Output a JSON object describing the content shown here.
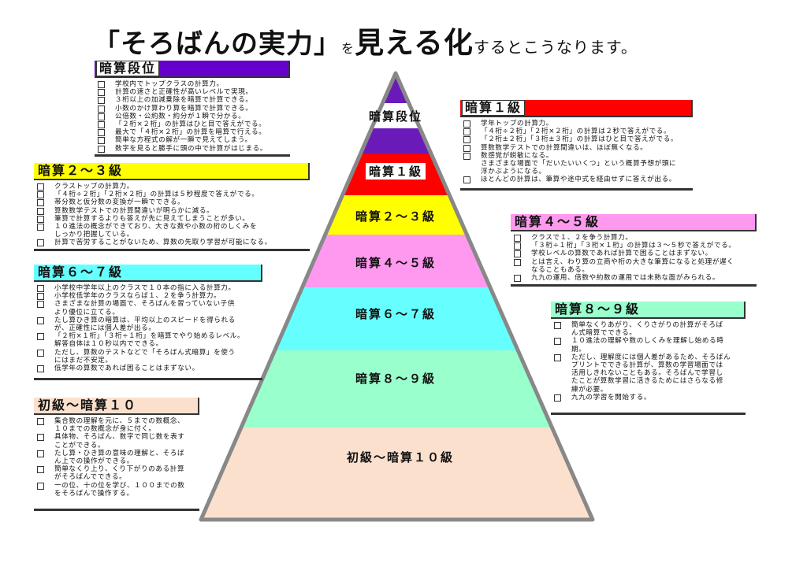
{
  "title": {
    "part1": "「そろばんの実力」",
    "part2": "を",
    "part3": "見える化",
    "part4": "するとこうなります。"
  },
  "colors": {
    "dan": "#6a1ab8",
    "dan_header": "#6600cc",
    "kyu1": "#ff0000",
    "kyu23": "#ffff00",
    "kyu45": "#ff99f0",
    "kyu67": "#66ffff",
    "kyu89": "#99ffcc",
    "beginner": "#fbe0ce",
    "border": "#888888"
  },
  "pyramid": {
    "levels": [
      "暗算段位",
      "暗算１級",
      "暗算２～３級",
      "暗算４～５級",
      "暗算６～７級",
      "暗算８～９級",
      "初級～暗算１０級"
    ]
  },
  "sections": {
    "dan": {
      "title": "暗算段位",
      "items": [
        "学校内でトップクラスの計算力。",
        "計算の速さと正確性が高いレベルで実現。",
        "３桁以上の加減乗除を暗算で計算できる。",
        "小数のかけ算わり算を暗算で計算できる。",
        "公倍数・公約数・約分が１瞬で分かる。",
        "「２桁×２桁」の計算はひと目で答えがでる。",
        "最大で「４桁×２桁」の計算を暗算で行える。",
        "簡単な方程式の解が一瞬で見えてしまう。",
        "数字を見ると勝手に頭の中で計算がはじまる。"
      ]
    },
    "kyu1": {
      "title": "暗算１級",
      "items": [
        "学年トップの計算力。",
        "「４桁÷２桁」「２桁×２桁」の計算は２秒で答えがでる。",
        "「２桁±２桁」「３桁±３桁」の計算はひと目で答えがでる。",
        "算数数学テストでの計算間違いは、ほぼ無くなる。",
        "数感覚が鋭敏になる。\nさまざまな場面で「だいたいいくつ」という概算予想が頭に\n浮かぶようになる。",
        "ほとんどの計算は、筆算や途中式を経由せずに答えが出る。"
      ]
    },
    "kyu23": {
      "title": "暗算２～３級",
      "items": [
        "クラストップの計算力。",
        "「４桁÷２桁」「２桁×２桁」の計算は５秒程度で答えがでる。",
        "帯分数と仮分数の変換が一瞬でできる。",
        "算数数学テストでの計算間違いが明らかに減る。",
        "筆算で計算するよりも答えが先に見えてしまうことが多い。",
        "１０進法の概念ができており、大きな数や小数の桁のしくみを\nしっかり把握している。",
        "計算で苦労することがないため、算数の先取り学習が可能になる。"
      ]
    },
    "kyu45": {
      "title": "暗算４～５級",
      "items": [
        "クラスで１、２を争う計算力。",
        "「３桁÷１桁」「３桁×１桁」の計算は３～５秒で答えがでる。",
        "学校レベルの算数であれば計算で困ることはまずない。",
        "とは言え、わり算の立商や桁の大きな筆算になると処理が遅く\nなることもある。",
        "九九の運用、倍数や約数の運用では未熟な面がみられる。"
      ]
    },
    "kyu67": {
      "title": "暗算６～７級",
      "items": [
        "小学校中学年以上のクラスで１０本の指に入る計算力。",
        "小学校低学年のクラスならば１、２を争う計算力。",
        "さまざまな計算の場面で、そろばんを習っていない子供\nより優位に立てる。",
        "たし算ひき算の暗算は、平均以上のスピードを得られる\nが、正確性には個人差が出る。",
        "「２桁×１桁」「３桁÷１桁」を暗算でやり始めるレベル。\n解答自体は１０秒以内でできる。",
        "ただし、算数のテストなどで「そろばん式暗算」を使う\nにはまだ不安定。",
        "低学年の算数であれば困ることはまずない。"
      ]
    },
    "kyu89": {
      "title": "暗算８～９級",
      "items": [
        "簡単なくりあがり、くりさがりの計算がそろば\nん式暗算でできる。",
        "１０進法の理解や数のしくみを理解し始める時\n期。",
        "ただし、理解度には個人差があるため、そろばん\nプリントでできる計算が、算数の学習場面では\n活用しきれないこともある。そろばんで学習し\nたことが算数学習に活きるためにはさらなる修\n練が必要。",
        "九九の学習を開始する。"
      ]
    },
    "beginner": {
      "title": "初級～暗算１０",
      "items": [
        "集合数の理解を元に、５までの数概念、\n１０までの数概念が身に付く。",
        "具体物、そろばん、数字で同じ数を表す\nことができる。",
        "たし算・ひき算の意味の理解と、そろば\nん上での操作ができる。",
        "簡単なくり上り、くり下がりのある計算\nがそろばんでできる。",
        "一の位、十の位を学び、１００までの数\nをそろばんで操作する。"
      ]
    }
  }
}
